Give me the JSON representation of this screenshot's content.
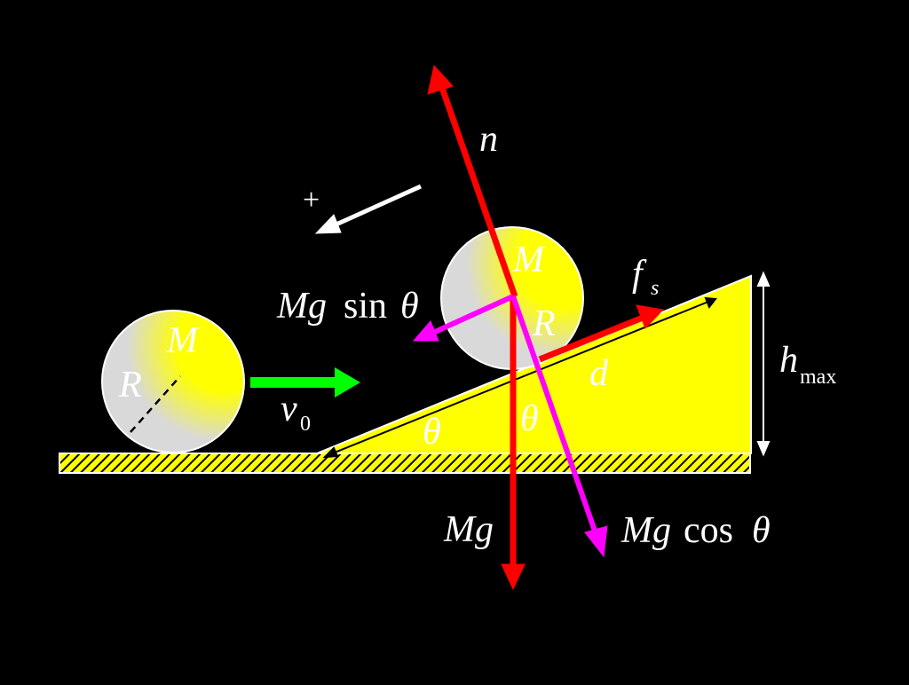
{
  "colors": {
    "background": "#000000",
    "ball_fill": "#ffff00",
    "ball_shade": "#d9d9d9",
    "incline_fill": "#ffff00",
    "red_force": "#ff0000",
    "magenta_component": "#ff00ff",
    "velocity_arrow": "#00ff00",
    "outline": "#ffffff"
  },
  "labels": {
    "mass": "M",
    "radius": "R",
    "plus": "+",
    "normal_force": "n",
    "friction": "f",
    "friction_sub": "s",
    "weight": "Mg",
    "gravity_parallel_a": "Mg",
    "gravity_parallel_b": "sin",
    "gravity_perp_a": "Mg",
    "gravity_perp_b": "cos",
    "theta": "θ",
    "distance": "d",
    "height": "h",
    "height_sub": "max",
    "velocity": "v",
    "velocity_sub": "0"
  }
}
